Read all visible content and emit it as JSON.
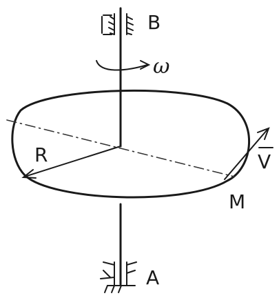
{
  "diagram": {
    "labels": {
      "bearing_top": "B",
      "bearing_bottom": "A",
      "angular_velocity": "ω",
      "radius": "R",
      "point": "M",
      "velocity": "V"
    },
    "icons": {
      "bearings": "hatched-support-icon",
      "rotation": "curved-arrow-icon",
      "velocity": "vector-arrow-icon"
    },
    "colors": {
      "ink": "#1a1a1a",
      "background": "#ffffff"
    }
  }
}
